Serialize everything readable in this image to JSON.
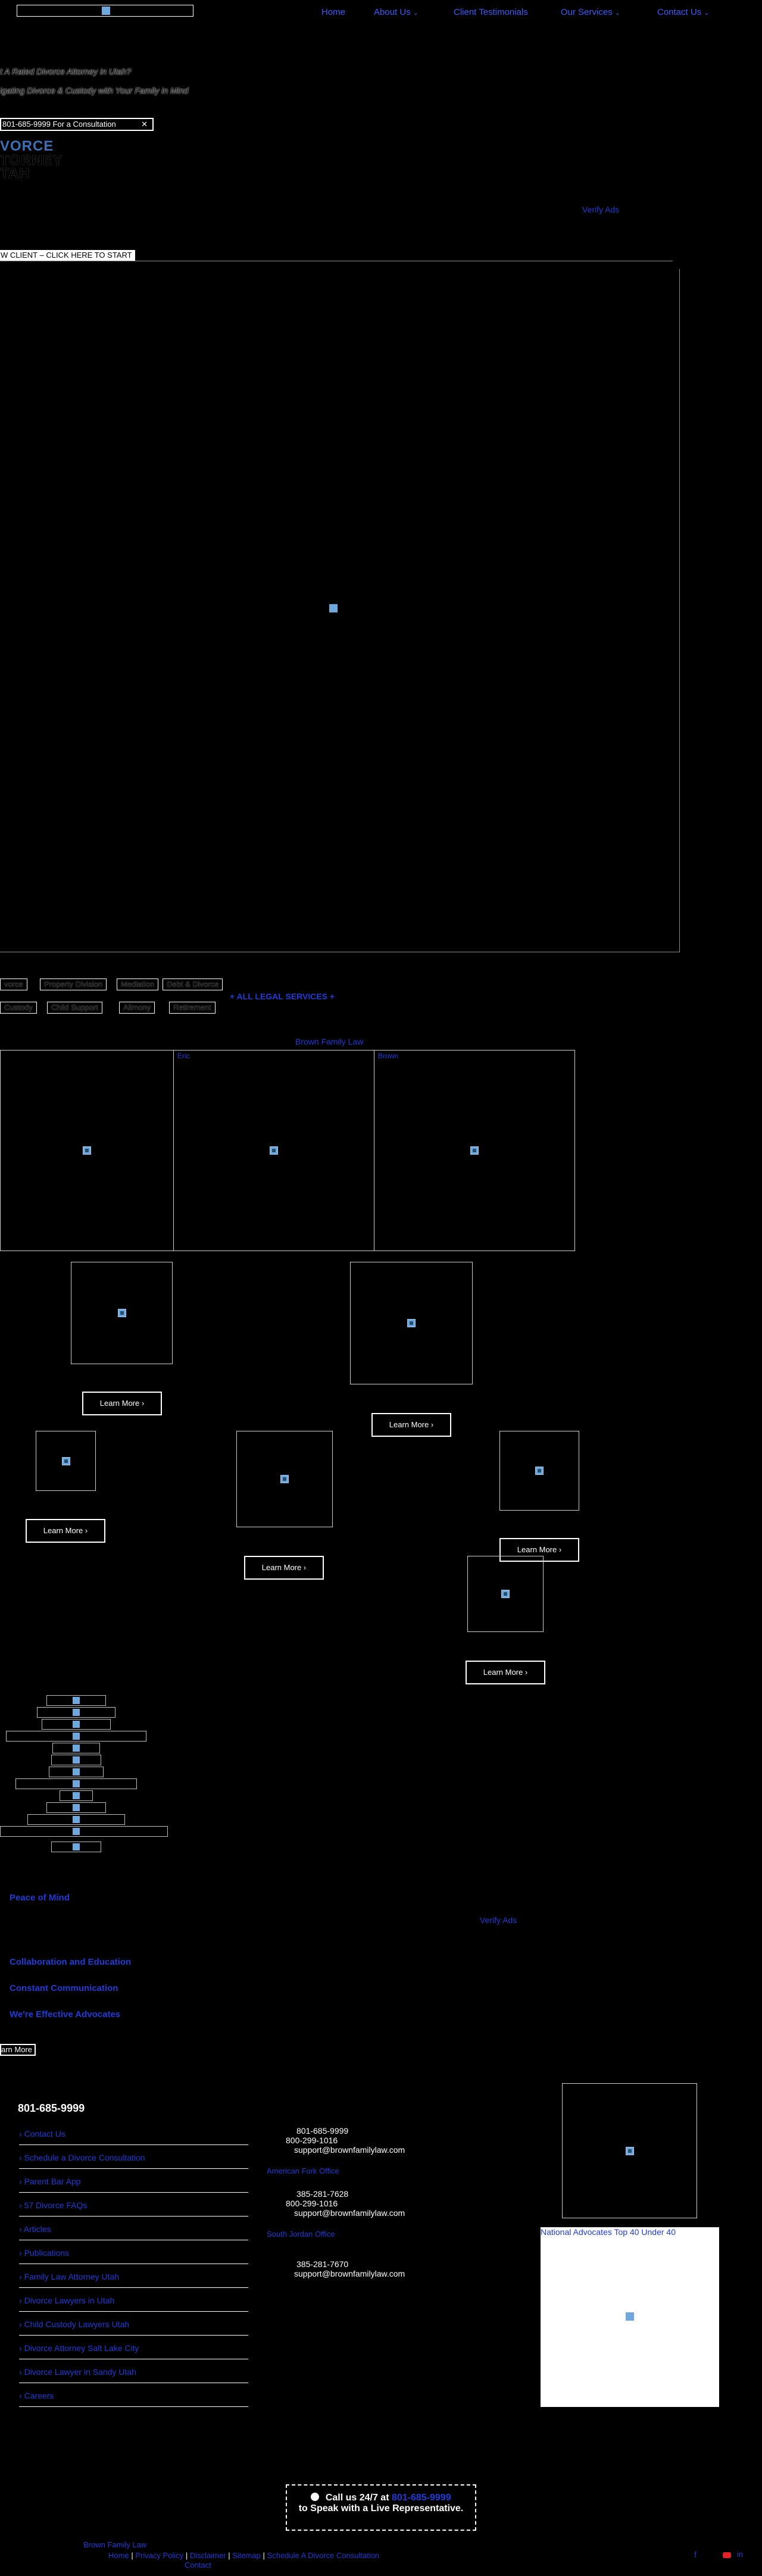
{
  "header": {
    "nav": {
      "home": "Home",
      "about": "About Us",
      "client_testimonials": "Client Testimonials",
      "our_services": "Our Services",
      "contact": "Contact Us"
    }
  },
  "hero": {
    "line1": "t A Rated Divorce Attorney in Utah?",
    "line2": "igating Divorce & Custody with Your Family in Mind",
    "phone_button": "801-685-9999 For a Consultation",
    "logo_lines": [
      "VORCE",
      "TORNEY",
      "TAH"
    ],
    "verify_link": "Verify Ads",
    "new_client": "W CLIENT – CLICK HERE TO START"
  },
  "services": {
    "row1": [
      "vorce",
      "Property Division",
      "Mediation",
      "Debt & Divorce"
    ],
    "row2": [
      "Custody",
      "Child Support",
      "Alimony",
      "Retirement"
    ],
    "all_services": "+ ALL LEGAL SERVICES +"
  },
  "gallery": {
    "title": "Brown Family Law",
    "labels": [
      "",
      "Eric",
      "Brown"
    ]
  },
  "learn_more_label": "Learn More",
  "values": {
    "peace": "Peace of Mind",
    "verify": "Verify Ads",
    "collab": "Collaboration and Education",
    "comm": "Constant Communication",
    "advocates": "We're Effective Advocates",
    "button": "arn More"
  },
  "footer": {
    "phone_heading": "801-685-9999",
    "links": [
      "Contact Us",
      "Schedule a Divorce Consultation",
      "Parent Bar App",
      "57 Divorce FAQs",
      "Articles",
      "Publications",
      "Family Law Attorney Utah",
      "Divorce Lawyers in Utah",
      "Child Custody Lawyers Utah",
      "Divorce Attorney Salt Lake City",
      "Divorce Lawyer in Sandy Utah",
      "Careers"
    ],
    "main_office": {
      "phone1": "801-685-9999",
      "phone2": "800-299-1016",
      "email": "support@brownfamilylaw.com"
    },
    "office2": {
      "label": "American Fork Office",
      "phone1": "385-281-7628",
      "phone2": "800-299-1016",
      "email": "support@brownfamilylaw.com"
    },
    "office3": {
      "label": "South Jordan Office",
      "phone1": "385-281-7670",
      "email": "support@brownfamilylaw.com"
    },
    "badge_title": "National Advocates Top 40 Under 40",
    "call_line1_prefix": "Call us 24/7 at ",
    "call_phone": "801-685-9999",
    "call_line2": "to Speak with a Live Representative.",
    "copyright": "Brown Family Law",
    "bottom_links": [
      "Home",
      "Privacy Policy",
      "Disclaimer",
      "Sitemap",
      "Schedule A Divorce Consultation"
    ],
    "bottom_extra": "Contact"
  }
}
